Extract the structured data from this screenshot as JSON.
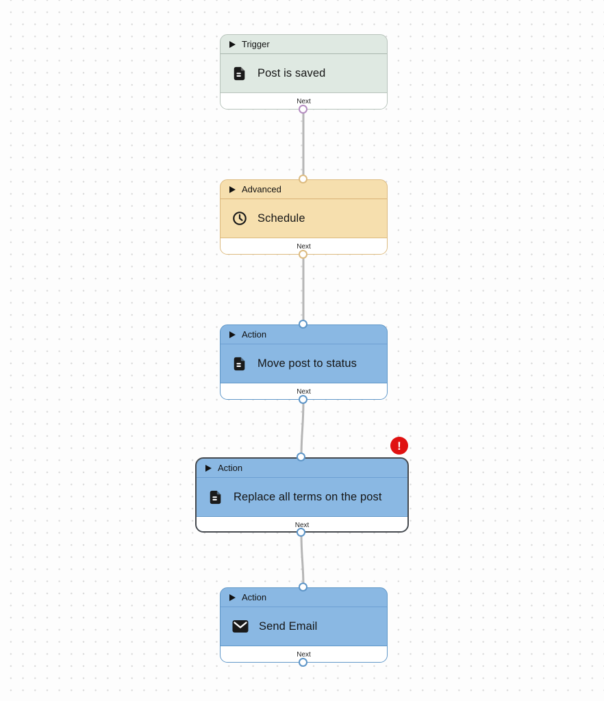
{
  "canvas": {
    "background": "#fdfdfd",
    "dot_color": "#d9d9d9",
    "connector_color": "#b5b5b5"
  },
  "error_badge": {
    "glyph": "!",
    "color": "#e01111",
    "attached_to_node": "Replace all terms on the post"
  },
  "port_colors": {
    "trigger_output": "#b48cc0",
    "advanced": "#dcba7f",
    "action": "#5b94c7"
  },
  "nodes": [
    {
      "category": "Trigger",
      "title": "Post is saved",
      "icon": "document-icon",
      "footer": "Next",
      "fill": "#dfe9e2",
      "border": "#b7c3bb",
      "port_color": "#b48cc0",
      "selected": false,
      "has_error": false
    },
    {
      "category": "Advanced",
      "title": "Schedule",
      "icon": "clock-icon",
      "footer": "Next",
      "fill": "#f6dfae",
      "border": "#dcba7f",
      "port_color": "#dcba7f",
      "selected": false,
      "has_error": false
    },
    {
      "category": "Action",
      "title": "Move post to status",
      "icon": "document-icon",
      "footer": "Next",
      "fill": "#8ab8e3",
      "border": "#5f97c8",
      "port_color": "#5b94c7",
      "selected": false,
      "has_error": false
    },
    {
      "category": "Action",
      "title": "Replace all terms on the post",
      "icon": "document-icon",
      "footer": "Next",
      "fill": "#8ab8e3",
      "border": "#45494e",
      "port_color": "#5b94c7",
      "selected": true,
      "has_error": true
    },
    {
      "category": "Action",
      "title": "Send Email",
      "icon": "envelope-icon",
      "footer": "Next",
      "fill": "#8ab8e3",
      "border": "#5f97c8",
      "port_color": "#5b94c7",
      "selected": false,
      "has_error": false
    }
  ]
}
